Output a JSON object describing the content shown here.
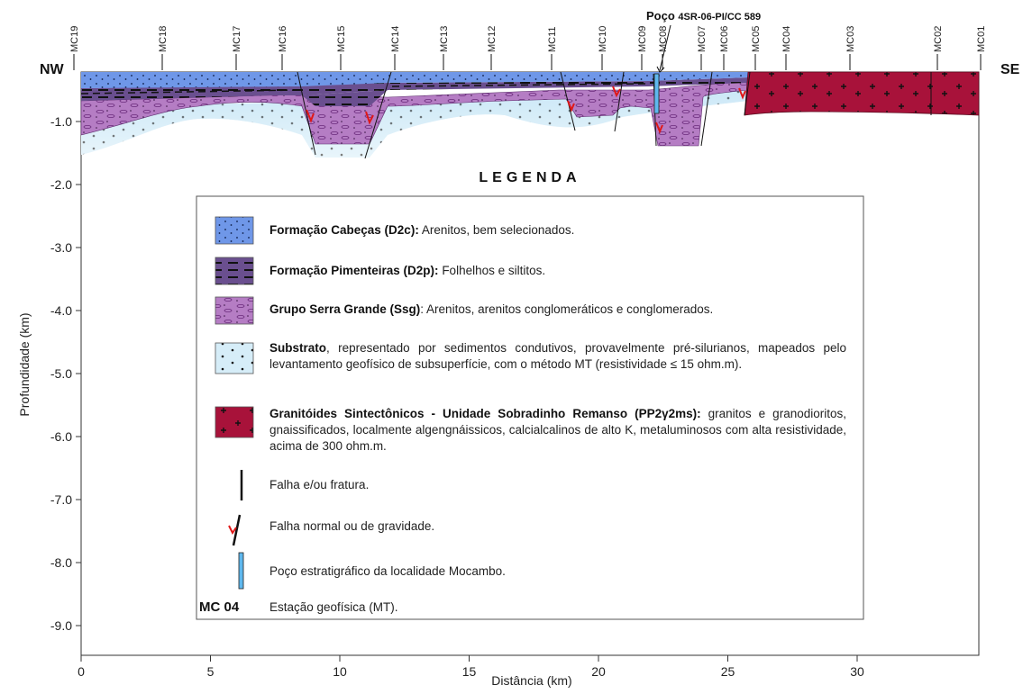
{
  "well": {
    "prefix": "Poço",
    "code": "4SR-06-PI/CC 589"
  },
  "directions": {
    "left": "NW",
    "right": "SE"
  },
  "axes": {
    "xlabel": "Distância (km)",
    "ylabel": "Profundidade (km)",
    "xticks": [
      "0",
      "5",
      "10",
      "15",
      "20",
      "25",
      "30"
    ],
    "yticks": [
      "-1.0",
      "-2.0",
      "-3.0",
      "-4.0",
      "-5.0",
      "-6.0",
      "-7.0",
      "-8.0",
      "-9.0"
    ]
  },
  "stations": [
    "MC19",
    "MC18",
    "MC17",
    "MC16",
    "MC15",
    "MC14",
    "MC13",
    "MC12",
    "MC11",
    "MC10",
    "MC09",
    "MC08",
    "MC07",
    "MC06",
    "MC05",
    "MC04",
    "MC03",
    "MC02",
    "MC01"
  ],
  "legend": {
    "title": "LEGENDA",
    "items": [
      {
        "name": "Formação Cabeças (D2c):",
        "desc": " Arenitos, bem selecionados."
      },
      {
        "name": "Formação Pimenteiras (D2p):",
        "desc": " Folhelhos e siltitos."
      },
      {
        "name": "Grupo Serra Grande (Ssg)",
        "desc": ": Arenitos, arenitos conglomeráticos  e conglomerados."
      },
      {
        "name": "Substrato",
        "desc": ", representado por sedimentos condutivos, provavelmente pré-silurianos, mapeados pelo levantamento  geofísico  de  subsuperfície, com o método MT (resistividade  ≤ 15 ohm.m)."
      },
      {
        "name": "Granitóides Sintectônicos - Unidade Sobradinho Remanso (PP2γ2ms):",
        "desc": " granitos e granodioritos, gnaissificados, localmente algengnáissicos, calcialcalinos de alto K, metaluminosos com alta resistividade, acima de 300 ohm.m."
      },
      {
        "name": "",
        "desc": "Falha  e/ou fratura."
      },
      {
        "name": "",
        "desc": "Falha  normal ou de gravidade."
      },
      {
        "name": "",
        "desc": "Poço estratigráfico da localidade Mocambo."
      },
      {
        "name": "",
        "desc": "Estação geofísica (MT)."
      }
    ],
    "station_symbol": "MC 04"
  },
  "colors": {
    "cabecas": "#6f97e8",
    "pimenteiras": "#6a4f8f",
    "serra_grande": "#b57dc4",
    "substrato": "#cde8f6",
    "granito": "#a8123a",
    "fault_arrow": "#e01818"
  }
}
